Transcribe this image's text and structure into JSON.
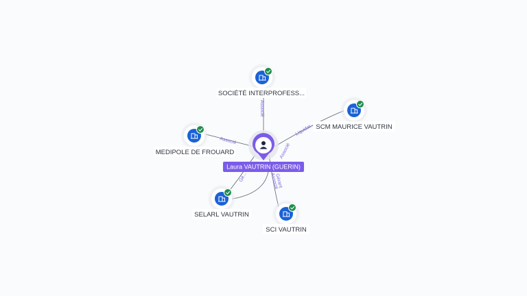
{
  "graph": {
    "center": {
      "label": "Laura VAUTRIN (GUERIN)",
      "icon": "person-icon",
      "color": "#7b5ce8"
    },
    "nodes": [
      {
        "id": "societe",
        "label": "SOCIÉTÉ INTERPROFESS...",
        "icon": "building-icon",
        "status": "verified-check-icon"
      },
      {
        "id": "scm",
        "label": "SCM MAURICE VAUTRIN",
        "icon": "building-icon",
        "status": "verified-check-icon"
      },
      {
        "id": "medipole",
        "label": "MEDIPOLE DE FROUARD",
        "icon": "building-icon",
        "status": "verified-check-icon"
      },
      {
        "id": "selarl",
        "label": "SELARL VAUTRIN",
        "icon": "building-icon",
        "status": "verified-check-icon"
      },
      {
        "id": "sci",
        "label": "SCI VAUTRIN",
        "icon": "building-icon",
        "status": "verified-check-icon"
      }
    ],
    "edges": [
      {
        "target": "societe",
        "labels": [
          "Associé"
        ]
      },
      {
        "target": "scm",
        "labels": [
          "Associé",
          "Liquidat..."
        ]
      },
      {
        "target": "medipole",
        "labels": [
          "Associé"
        ]
      },
      {
        "target": "selarl",
        "labels": [
          "Gé..."
        ]
      },
      {
        "target": "sci",
        "labels": [
          "Associé",
          "Gérant"
        ]
      }
    ],
    "colors": {
      "node_blue": "#1a62d6",
      "check_green": "#1e8e4e",
      "edge": "#5b6170",
      "edge_label": "#7e6be0"
    }
  }
}
